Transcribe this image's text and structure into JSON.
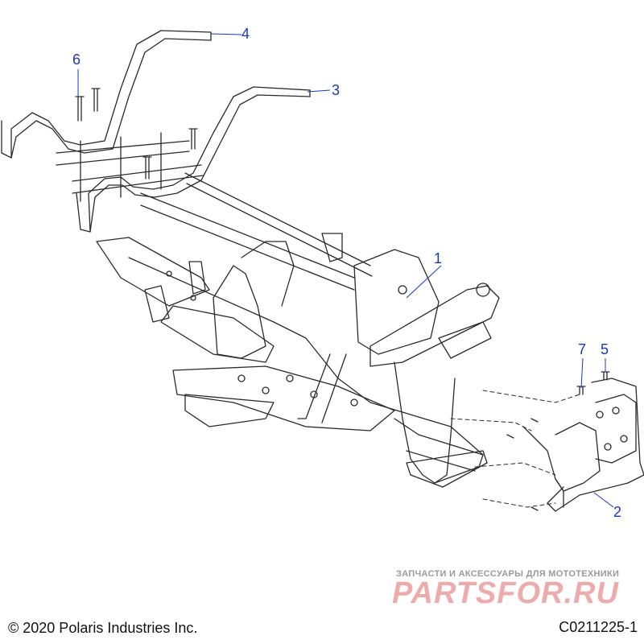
{
  "callouts": {
    "c1": "1",
    "c2": "2",
    "c3": "3",
    "c4": "4",
    "c5": "5",
    "c6": "6",
    "c7": "7"
  },
  "footer": {
    "copyright": "© 2020 Polaris Industries Inc.",
    "drawing_number": "C0211225-1"
  },
  "watermark": {
    "tagline": "ЗАПЧАСТИ И АКСЕССУАРЫ ДЛЯ МОТОТЕХНИКИ",
    "logo": "PARTSFOR.RU"
  },
  "colors": {
    "callout": "#1a35c4",
    "line": "#222222",
    "watermark": "#e98f8f"
  }
}
